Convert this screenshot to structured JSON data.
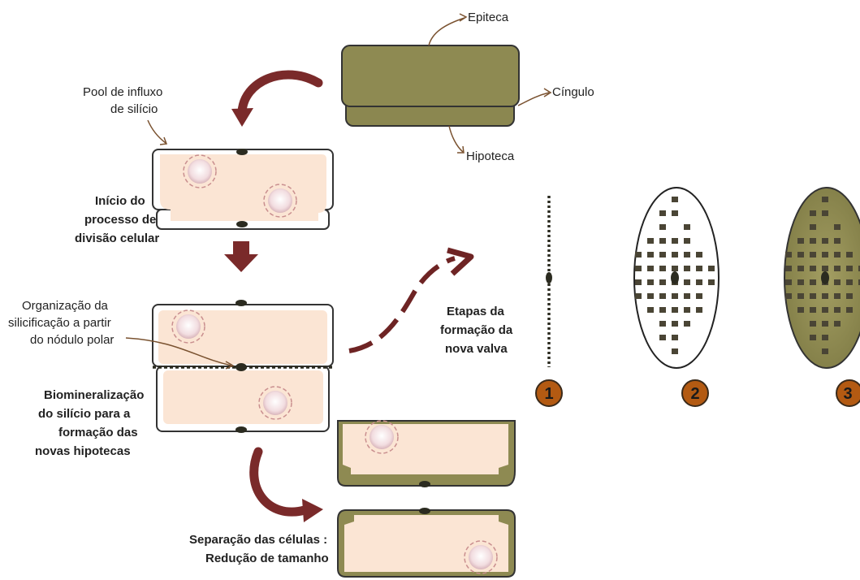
{
  "labels": {
    "epiteca": "Epiteca",
    "cingulo": "Cíngulo",
    "hipoteca": "Hipoteca",
    "pool_line1": "Pool de influxo",
    "pool_line2": "de silício",
    "inicio_line1": "Início do",
    "inicio_line2": "processo de",
    "inicio_line3": "divisão celular",
    "org_line1": "Organização da",
    "org_line2": "silicificação a partir",
    "org_line3": "do nódulo polar",
    "bio_line1": "Biomineralização",
    "bio_line2": "do silício para a",
    "bio_line3": "formação das",
    "bio_line4": "novas hipotecas",
    "sep_line1": "Separação das células :",
    "sep_line2": "Redução de tamanho",
    "etapas_line1": "Etapas da",
    "etapas_line2": "formação da",
    "etapas_line3": "nova valva"
  },
  "stages": [
    "1",
    "2",
    "3"
  ],
  "colors": {
    "shell_olive": "#8e8a52",
    "shell_stroke": "#3a3a2a",
    "cytoplasm": "#fbe5d4",
    "arrow_red": "#7a2a2a",
    "stage_badge": "#b35a12",
    "granule": "#4a4535"
  }
}
